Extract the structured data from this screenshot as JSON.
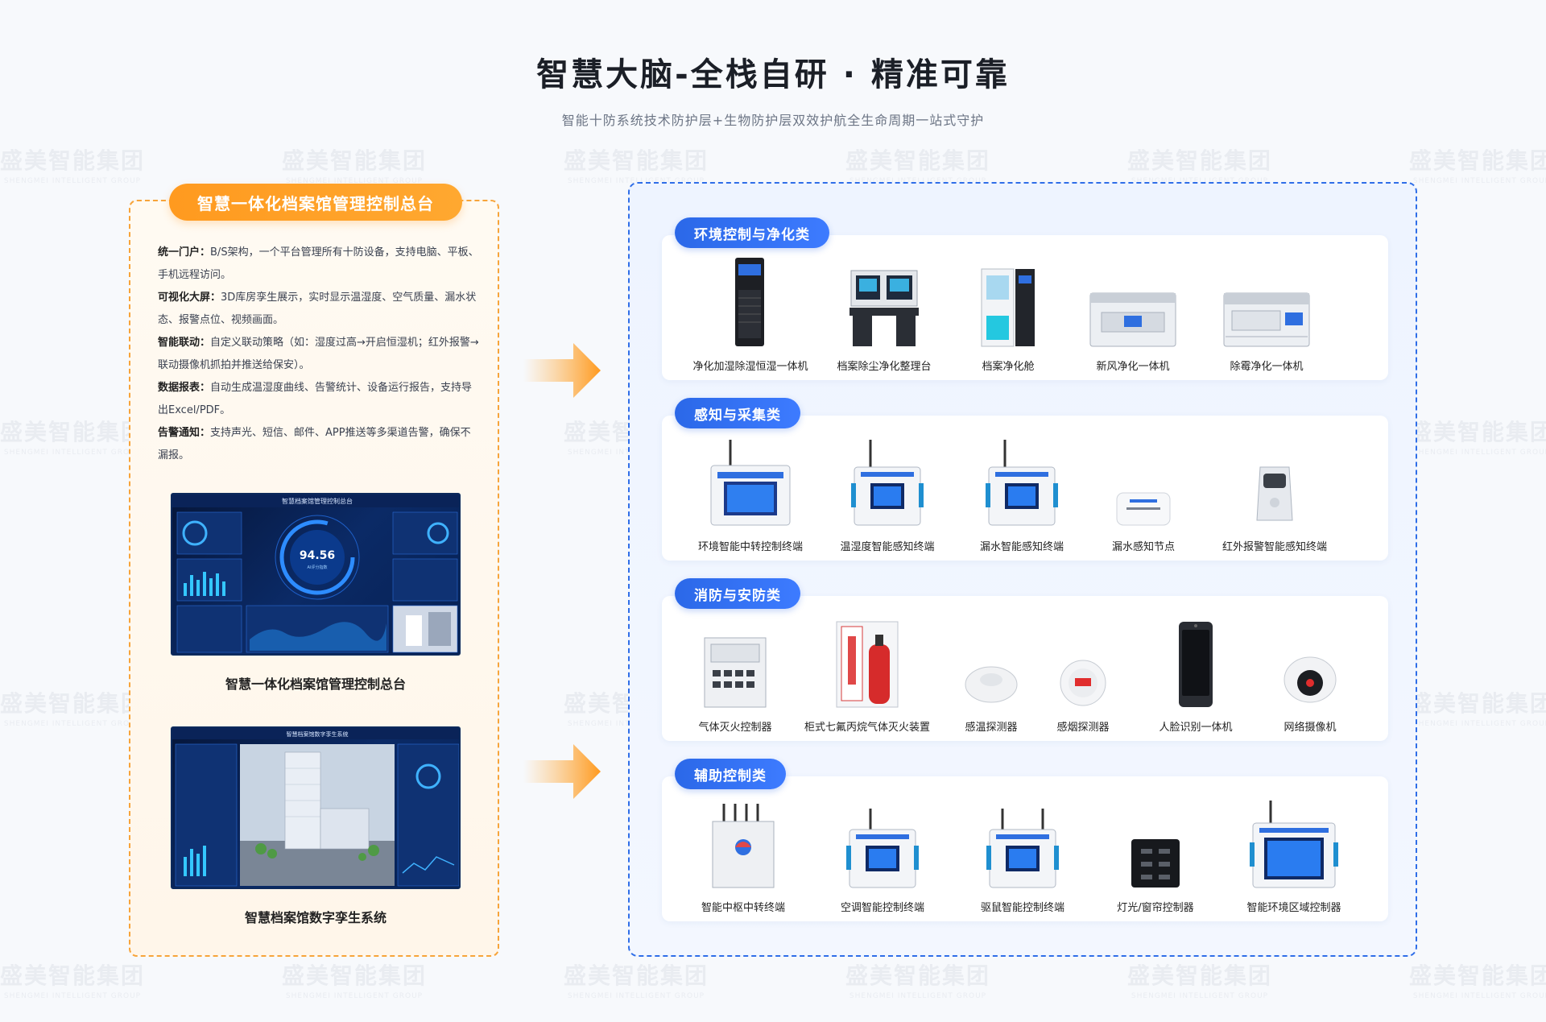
{
  "header": {
    "title": "智慧大脑-全栈自研 · 精准可靠",
    "subtitle": "智能十防系统技术防护层+生物防护层双效护航全生命周期一站式守护"
  },
  "watermark": {
    "text": "盛美智能集团",
    "sub": "SHENGMEI INTELLIGENT GROUP"
  },
  "left": {
    "pill": "智慧一体化档案馆管理控制总台",
    "features": [
      {
        "key": "统一门户：",
        "text": "B/S架构，一个平台管理所有十防设备，支持电脑、平板、手机远程访问。"
      },
      {
        "key": "可视化大屏：",
        "text": "3D库房孪生展示，实时显示温湿度、空气质量、漏水状态、报警点位、视频画面。"
      },
      {
        "key": "智能联动：",
        "text": "自定义联动策略（如：湿度过高→开启恒湿机；红外报警→联动摄像机抓拍并推送给保安）。"
      },
      {
        "key": "数据报表：",
        "text": "自动生成温湿度曲线、告警统计、设备运行报告，支持导出Excel/PDF。"
      },
      {
        "key": "告警通知：",
        "text": "支持声光、短信、邮件、APP推送等多渠道告警，确保不漏报。"
      }
    ],
    "screen1": {
      "caption": "智慧一体化档案馆管理控制总台",
      "title": "智慧档案馆管理控制总台",
      "score": "94.56",
      "score_label": "AI评分指数"
    },
    "screen2": {
      "caption": "智慧档案馆数字孪生系统",
      "title": "智慧档案馆数字孪生系统"
    }
  },
  "categories": [
    {
      "name": "环境控制与净化类",
      "items": [
        "净化加湿除湿恒湿一体机",
        "档案除尘净化整理台",
        "档案净化舱",
        "新风净化一体机",
        "除霉净化一体机"
      ]
    },
    {
      "name": "感知与采集类",
      "items": [
        "环境智能中转控制终端",
        "温湿度智能感知终端",
        "漏水智能感知终端",
        "漏水感知节点",
        "红外报警智能感知终端"
      ]
    },
    {
      "name": "消防与安防类",
      "items": [
        "气体灭火控制器",
        "柜式七氟丙烷气体灭火装置",
        "感温探测器",
        "感烟探测器",
        "人脸识别一体机",
        "网络摄像机"
      ]
    },
    {
      "name": "辅助控制类",
      "items": [
        "智能中枢中转终端",
        "空调智能控制终端",
        "驱鼠智能控制终端",
        "灯光/窗帘控制器",
        "智能环境区域控制器"
      ]
    }
  ],
  "colors": {
    "orange": "#ff9a1f",
    "blue": "#2b68e8"
  }
}
